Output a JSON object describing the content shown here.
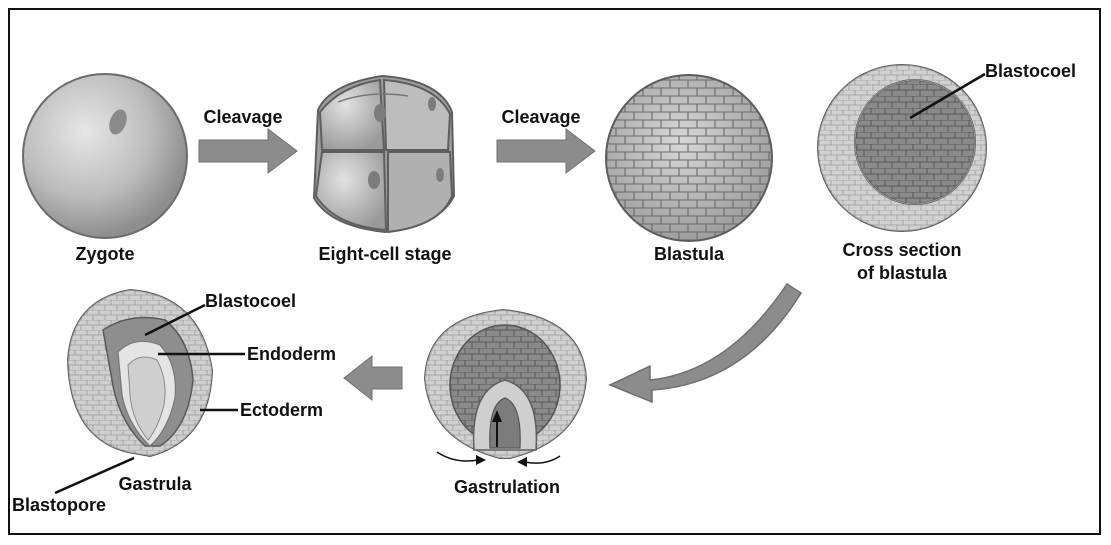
{
  "labels": {
    "zygote": "Zygote",
    "cleavage1": "Cleavage",
    "eight_cell": "Eight-cell stage",
    "cleavage2": "Cleavage",
    "blastula": "Blastula",
    "cross_section_line1": "Cross section",
    "cross_section_line2": "of blastula",
    "blastocoel_top": "Blastocoel",
    "blastocoel_bottom": "Blastocoel",
    "endoderm": "Endoderm",
    "ectoderm": "Ectoderm",
    "gastrula": "Gastrula",
    "blastopore": "Blastopore",
    "gastrulation": "Gastrulation"
  }
}
